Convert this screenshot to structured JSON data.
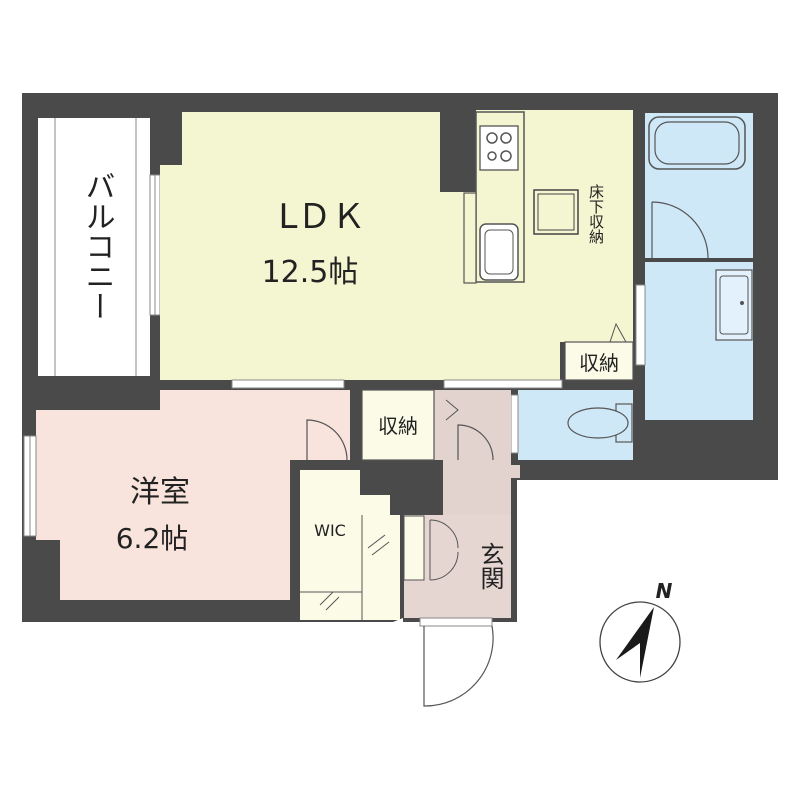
{
  "rooms": {
    "ldk": {
      "name": "LＤＫ",
      "size": "12.5帖"
    },
    "western": {
      "name": "洋室",
      "size": "6.2帖"
    },
    "balcony": {
      "name": "バルコニー"
    },
    "underfloor": {
      "name": "床下収納"
    },
    "storage_kitchen": {
      "name": "収納"
    },
    "storage_hall": {
      "name": "収納"
    },
    "wic": {
      "name": "WIC"
    },
    "entrance": {
      "name": "玄関"
    }
  },
  "compass": {
    "label": "N"
  },
  "colors": {
    "wall": "#4a4a4a",
    "ldk": "#f4f6d2",
    "western": "#f8e4dc",
    "wet": "#cfe8f8",
    "hall": "#e3d3cf",
    "entrance": "#e6d6d2",
    "storage": "#fbfbe8"
  }
}
